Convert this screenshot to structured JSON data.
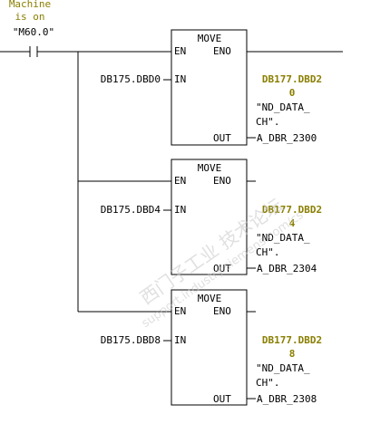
{
  "contact": {
    "comment_line1": "Machine",
    "comment_line2": "is on",
    "address": "\"M60.0\""
  },
  "blocks": [
    {
      "title": "MOVE",
      "en": "EN",
      "eno": "ENO",
      "in_label": "IN",
      "out_label": "OUT",
      "in_operand": "DB175.DBD0",
      "out_addr_line1": "DB177.DBD2",
      "out_addr_line2": "0",
      "out_sym_line1": "\"ND_DATA_",
      "out_sym_line2": "CH\".",
      "out_sym_line3": "A_DBR_2300"
    },
    {
      "title": "MOVE",
      "en": "EN",
      "eno": "ENO",
      "in_label": "IN",
      "out_label": "OUT",
      "in_operand": "DB175.DBD4",
      "out_addr_line1": "DB177.DBD2",
      "out_addr_line2": "4",
      "out_sym_line1": "\"ND_DATA_",
      "out_sym_line2": "CH\".",
      "out_sym_line3": "A_DBR_2304"
    },
    {
      "title": "MOVE",
      "en": "EN",
      "eno": "ENO",
      "in_label": "IN",
      "out_label": "OUT",
      "in_operand": "DB175.DBD8",
      "out_addr_line1": "DB177.DBD2",
      "out_addr_line2": "8",
      "out_sym_line1": "\"ND_DATA_",
      "out_sym_line2": "CH\".",
      "out_sym_line3": "A_DBR_2308"
    }
  ],
  "watermark": {
    "line1": "西门子工业 技术论坛",
    "line2": "support.industry.siemens.com/cs"
  }
}
